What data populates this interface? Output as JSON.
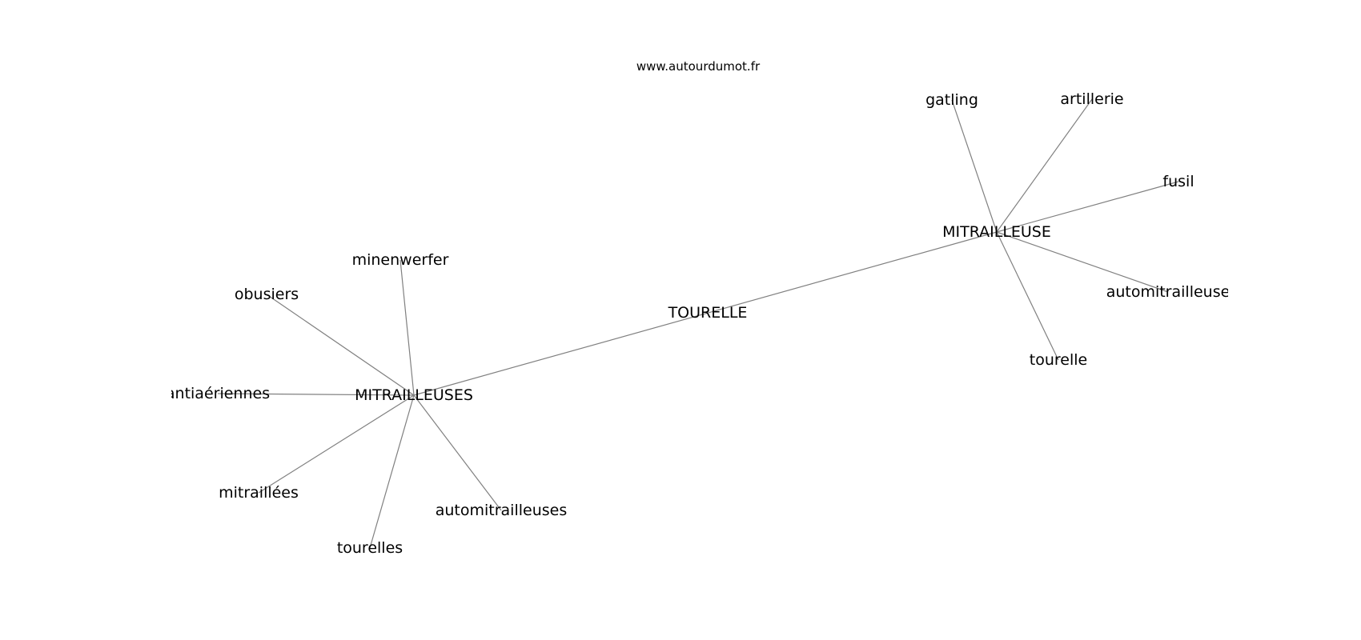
{
  "watermark": "www.autourdumot.fr",
  "nodes": [
    {
      "id": "tourelle_center",
      "label": "TOURELLE"
    },
    {
      "id": "mitrailleuse",
      "label": "MITRAILLEUSE"
    },
    {
      "id": "mitrailleuses",
      "label": "MITRAILLEUSES"
    },
    {
      "id": "gatling",
      "label": "gatling"
    },
    {
      "id": "artillerie",
      "label": "artillerie"
    },
    {
      "id": "fusil",
      "label": "fusil"
    },
    {
      "id": "automitrailleuse",
      "label": "automitrailleuse"
    },
    {
      "id": "tourelle",
      "label": "tourelle"
    },
    {
      "id": "minenwerfer",
      "label": "minenwerfer"
    },
    {
      "id": "obusiers",
      "label": "obusiers"
    },
    {
      "id": "antiaeriennes",
      "label": "antiaériennes"
    },
    {
      "id": "mitraillees",
      "label": "mitraillées"
    },
    {
      "id": "tourelles",
      "label": "tourelles"
    },
    {
      "id": "automitrailleuses",
      "label": "automitrailleuses"
    }
  ],
  "edges": [
    [
      "mitrailleuses",
      "mitrailleuse"
    ],
    [
      "mitrailleuse",
      "gatling"
    ],
    [
      "mitrailleuse",
      "artillerie"
    ],
    [
      "mitrailleuse",
      "fusil"
    ],
    [
      "mitrailleuse",
      "automitrailleuse"
    ],
    [
      "mitrailleuse",
      "tourelle"
    ],
    [
      "mitrailleuses",
      "minenwerfer"
    ],
    [
      "mitrailleuses",
      "obusiers"
    ],
    [
      "mitrailleuses",
      "antiaeriennes"
    ],
    [
      "mitrailleuses",
      "mitraillees"
    ],
    [
      "mitrailleuses",
      "tourelles"
    ],
    [
      "mitrailleuses",
      "automitrailleuses"
    ]
  ]
}
